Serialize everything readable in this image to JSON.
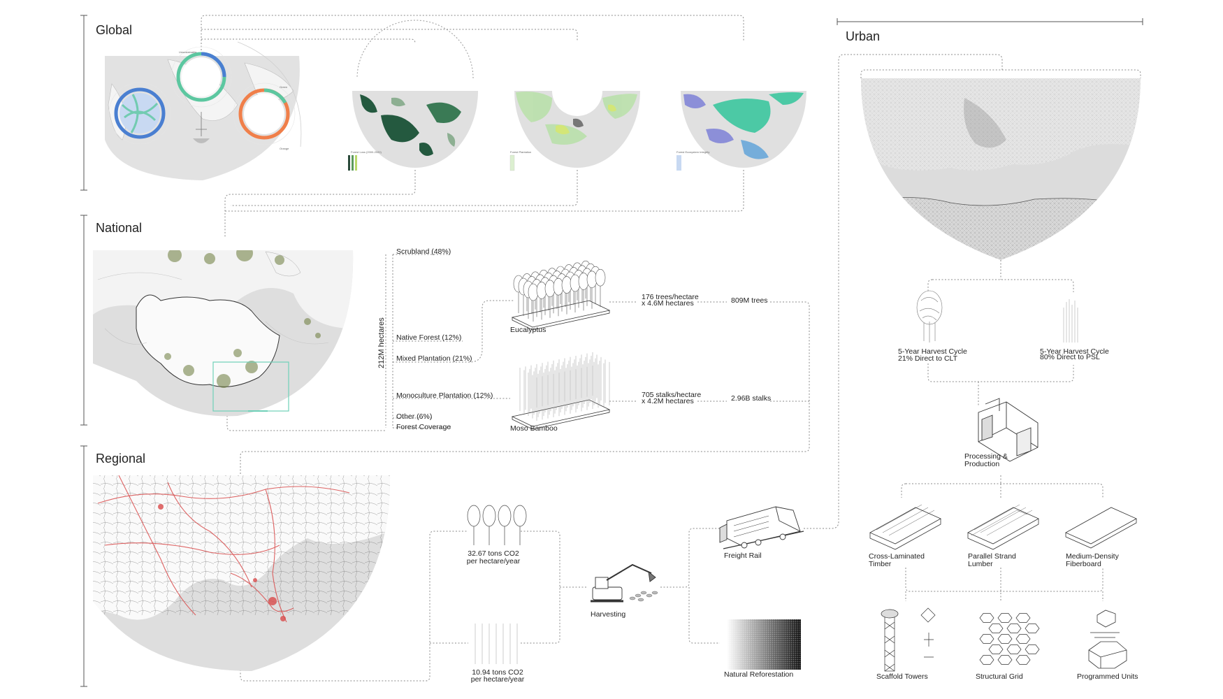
{
  "sections": {
    "global": "Global",
    "national": "National",
    "regional": "Regional",
    "urban": "Urban"
  },
  "global_map": {
    "ring_labels": [
      "Unsustainable",
      "Green",
      "Orange"
    ],
    "legend_labels": [
      "Forest Loss (2000-2020)",
      "Forest Plantation",
      "Forest Ecosystem Integrity"
    ]
  },
  "national": {
    "total": "212M hectares",
    "categories": [
      "Scrubland (48%)",
      "Native Forest (12%)",
      "Mixed Plantation (21%)",
      "Monoculture Plantation (12%)",
      "Other (6%)",
      "Forest Coverage"
    ],
    "species": [
      {
        "name": "Eucalyptus",
        "rate": "176 trees/hectare",
        "area": "x 4.6M hectares",
        "total": "809M trees"
      },
      {
        "name": "Moso Bamboo",
        "rate": "705 stalks/hectare",
        "area": "x 4.2M hectares",
        "total": "2.96B stalks"
      }
    ]
  },
  "regional": {
    "co2": [
      {
        "line1": "32.67 tons CO2",
        "line2": "per hectare/year"
      },
      {
        "line1": "10.94 tons CO2",
        "line2": "per hectare/year"
      }
    ],
    "harvesting": "Harvesting",
    "freight": "Freight Rail",
    "reforestation": "Natural Reforestation"
  },
  "urban": {
    "cycles": [
      {
        "line1": "5-Year Harvest Cycle",
        "line2": "21% Direct to CLT"
      },
      {
        "line1": "5-Year Harvest Cycle",
        "line2": "80% Direct to PSL"
      }
    ],
    "processing": {
      "line1": "Processing &",
      "line2": "Production"
    },
    "products": [
      {
        "line1": "Cross-Laminated",
        "line2": "Timber"
      },
      {
        "line1": "Parallel Strand",
        "line2": "Lumber"
      },
      {
        "line1": "Medium-Density",
        "line2": "Fiberboard"
      }
    ],
    "systems": [
      "Scaffold Towers",
      "Structural Grid",
      "Programmed Units"
    ]
  },
  "colors": {
    "line": "#8a8a8a",
    "landmass": "#d9d9d9",
    "forest_dark": "#24593f",
    "forest_light": "#b8e0a8",
    "teal": "#4cc9a5",
    "violet": "#8c8fd8",
    "roads": "#d94a4a",
    "ring_blue": "#4a7fd1",
    "ring_green": "#5cc7a0",
    "ring_orange": "#f07f4a",
    "frame_teal": "#6fd0b8"
  }
}
